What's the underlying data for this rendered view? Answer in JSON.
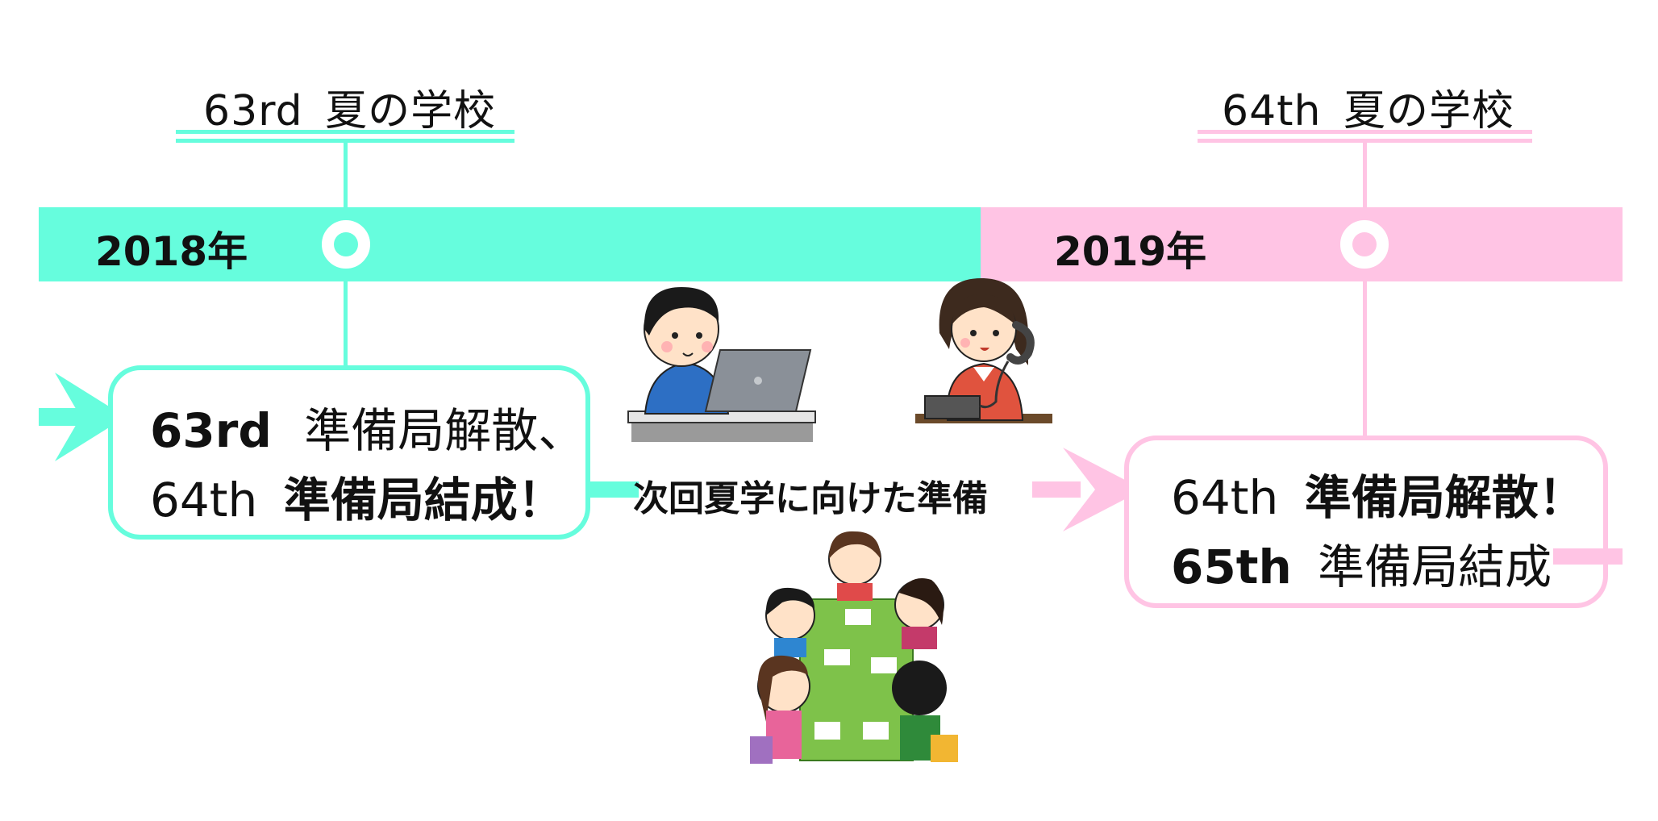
{
  "colors": {
    "mint": "#66FDDD",
    "pink": "#FFC4E4"
  },
  "timeline": {
    "year_2018": "2018年",
    "year_2019": "2019年"
  },
  "events": {
    "event_63": {
      "number": "63rd",
      "name": "夏の学校"
    },
    "event_64": {
      "number": "64th",
      "name": "夏の学校"
    }
  },
  "box_left": {
    "line1_num": "63rd",
    "line1_text": "準備局解散、",
    "line2_num": "64th",
    "line2_text": "準備局結成！"
  },
  "box_right": {
    "line1_num": "64th",
    "line1_text": "準備局解散！",
    "line2_num": "65th",
    "line2_text": "準備局結成"
  },
  "caption": "次回夏学に向けた準備",
  "illustrations": [
    "man-at-laptop-illustration",
    "woman-on-phone-illustration",
    "group-meeting-illustration"
  ]
}
